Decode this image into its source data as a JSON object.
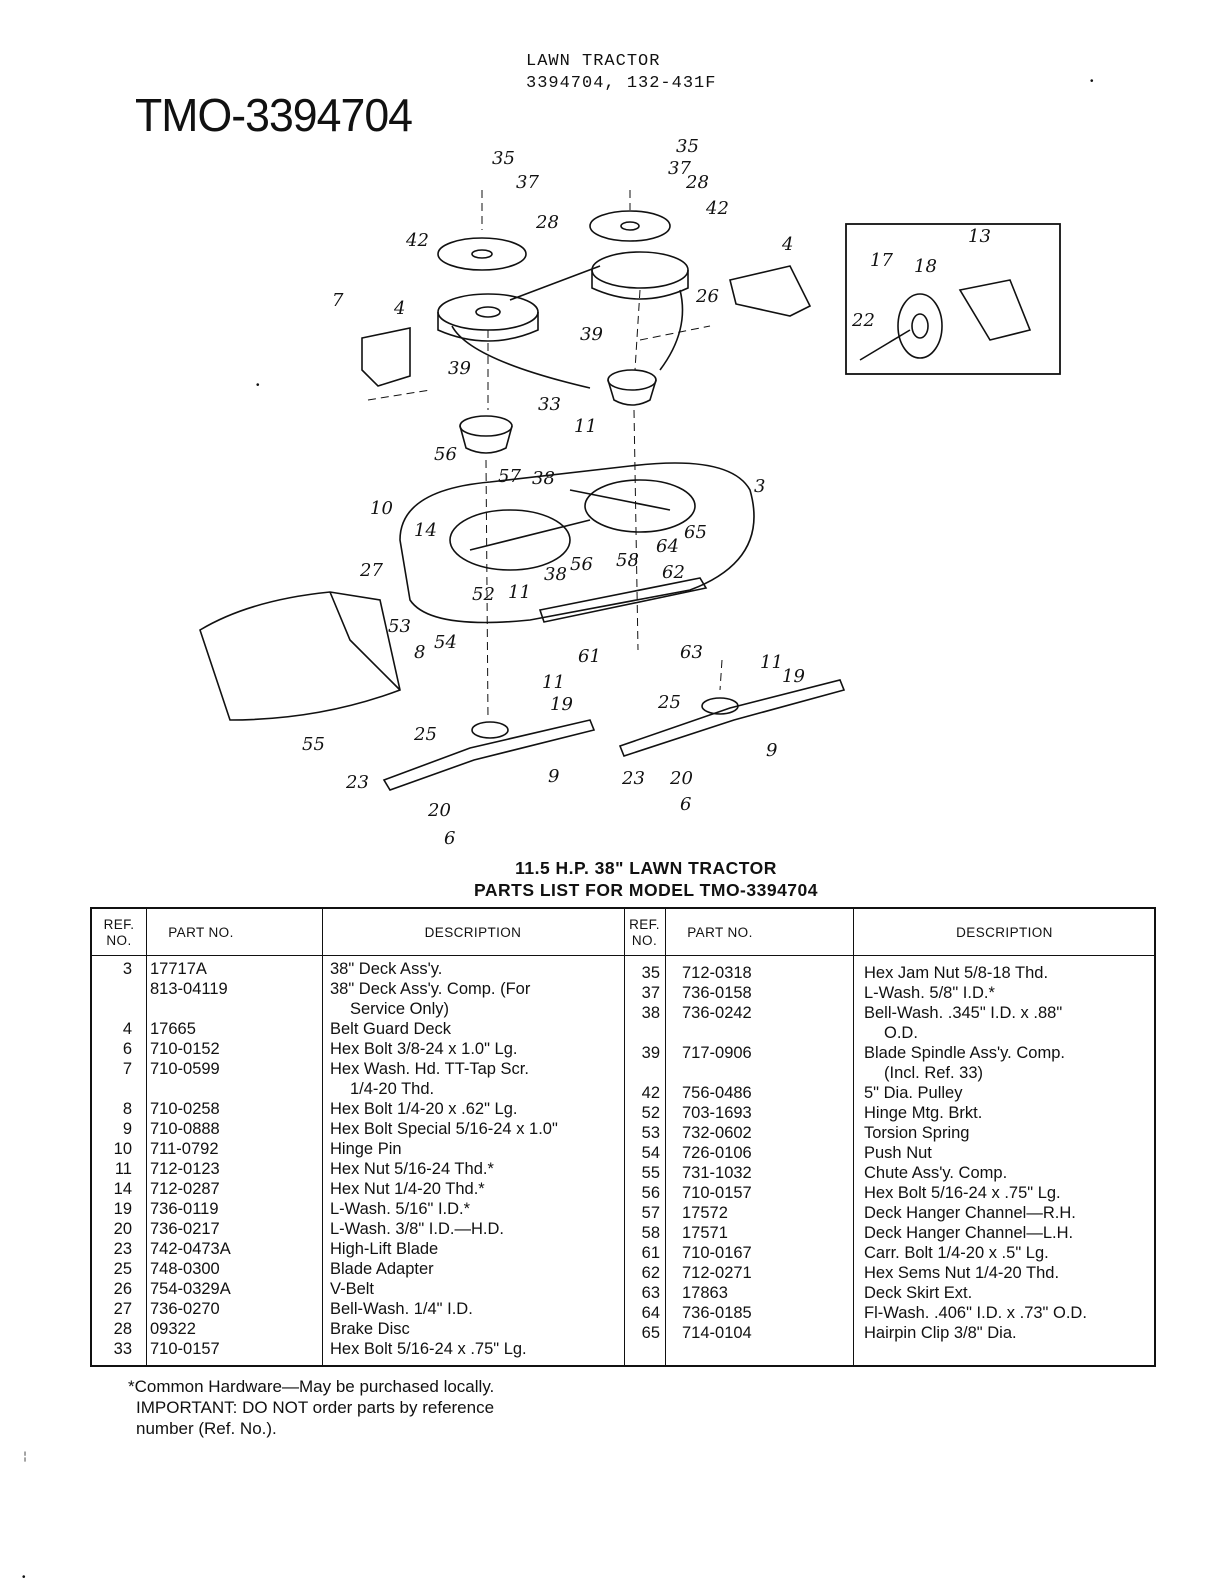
{
  "header": {
    "line1": "LAWN TRACTOR",
    "line2": "3394704, 132-431F",
    "model_title": "TMO-3394704"
  },
  "diagram": {
    "callouts": [
      "35",
      "37",
      "28",
      "42",
      "7",
      "4",
      "39",
      "33",
      "35",
      "37",
      "28",
      "42",
      "26",
      "4",
      "39",
      "11",
      "38",
      "56",
      "57",
      "3",
      "10",
      "14",
      "27",
      "52",
      "11",
      "53",
      "54",
      "8",
      "58",
      "56",
      "38",
      "64",
      "65",
      "62",
      "61",
      "63",
      "55",
      "11",
      "19",
      "25",
      "23",
      "9",
      "20",
      "6",
      "11",
      "19",
      "25",
      "9",
      "23",
      "20",
      "6",
      "13",
      "17",
      "18",
      "22"
    ]
  },
  "parts_list": {
    "heading_line1": "11.5 H.P. 38\" LAWN TRACTOR",
    "heading_line2": "PARTS LIST FOR MODEL TMO-3394704",
    "column_headers": {
      "ref_no": "REF. NO.",
      "part_no": "PART NO.",
      "description": "DESCRIPTION"
    },
    "left_rows": [
      {
        "ref": "3",
        "part": "17717A",
        "desc": "38\" Deck Ass'y."
      },
      {
        "ref": "",
        "part": "813-04119",
        "desc": "38\" Deck Ass'y. Comp. (For"
      },
      {
        "ref": "",
        "part": "",
        "desc": "Service Only)",
        "cont": true
      },
      {
        "ref": "4",
        "part": "17665",
        "desc": "Belt Guard Deck"
      },
      {
        "ref": "6",
        "part": "710-0152",
        "desc": "Hex Bolt 3/8-24 x 1.0\" Lg."
      },
      {
        "ref": "7",
        "part": "710-0599",
        "desc": "Hex Wash. Hd. TT-Tap Scr."
      },
      {
        "ref": "",
        "part": "",
        "desc": "1/4-20 Thd.",
        "cont": true
      },
      {
        "ref": "8",
        "part": "710-0258",
        "desc": "Hex Bolt 1/4-20 x .62\" Lg."
      },
      {
        "ref": "9",
        "part": "710-0888",
        "desc": "Hex Bolt Special 5/16-24 x 1.0\""
      },
      {
        "ref": "10",
        "part": "711-0792",
        "desc": "Hinge Pin"
      },
      {
        "ref": "11",
        "part": "712-0123",
        "desc": "Hex Nut 5/16-24 Thd.*"
      },
      {
        "ref": "14",
        "part": "712-0287",
        "desc": "Hex Nut 1/4-20 Thd.*"
      },
      {
        "ref": "19",
        "part": "736-0119",
        "desc": "L-Wash. 5/16\" I.D.*"
      },
      {
        "ref": "20",
        "part": "736-0217",
        "desc": "L-Wash. 3/8\" I.D.—H.D."
      },
      {
        "ref": "23",
        "part": "742-0473A",
        "desc": "High-Lift Blade"
      },
      {
        "ref": "25",
        "part": "748-0300",
        "desc": "Blade Adapter"
      },
      {
        "ref": "26",
        "part": "754-0329A",
        "desc": "V-Belt"
      },
      {
        "ref": "27",
        "part": "736-0270",
        "desc": "Bell-Wash. 1/4\" I.D."
      },
      {
        "ref": "28",
        "part": "09322",
        "desc": "Brake Disc"
      },
      {
        "ref": "33",
        "part": "710-0157",
        "desc": "Hex Bolt 5/16-24 x .75\" Lg."
      }
    ],
    "right_rows": [
      {
        "ref": "35",
        "part": "712-0318",
        "desc": "Hex Jam Nut 5/8-18 Thd."
      },
      {
        "ref": "37",
        "part": "736-0158",
        "desc": "L-Wash. 5/8\" I.D.*"
      },
      {
        "ref": "38",
        "part": "736-0242",
        "desc": "Bell-Wash. .345\" I.D. x .88\""
      },
      {
        "ref": "",
        "part": "",
        "desc": "O.D.",
        "cont": true
      },
      {
        "ref": "39",
        "part": "717-0906",
        "desc": "Blade Spindle Ass'y. Comp."
      },
      {
        "ref": "",
        "part": "",
        "desc": "(Incl. Ref. 33)",
        "cont": true
      },
      {
        "ref": "42",
        "part": "756-0486",
        "desc": "5\" Dia. Pulley"
      },
      {
        "ref": "52",
        "part": "703-1693",
        "desc": "Hinge Mtg. Brkt."
      },
      {
        "ref": "53",
        "part": "732-0602",
        "desc": "Torsion Spring"
      },
      {
        "ref": "54",
        "part": "726-0106",
        "desc": "Push Nut"
      },
      {
        "ref": "55",
        "part": "731-1032",
        "desc": "Chute Ass'y. Comp."
      },
      {
        "ref": "56",
        "part": "710-0157",
        "desc": "Hex Bolt 5/16-24 x .75\" Lg."
      },
      {
        "ref": "57",
        "part": "17572",
        "desc": "Deck Hanger Channel—R.H."
      },
      {
        "ref": "58",
        "part": "17571",
        "desc": "Deck Hanger Channel—L.H."
      },
      {
        "ref": "61",
        "part": "710-0167",
        "desc": "Carr. Bolt 1/4-20 x .5\" Lg."
      },
      {
        "ref": "62",
        "part": "712-0271",
        "desc": "Hex Sems Nut 1/4-20 Thd."
      },
      {
        "ref": "63",
        "part": "17863",
        "desc": "Deck Skirt Ext."
      },
      {
        "ref": "64",
        "part": "736-0185",
        "desc": "Fl-Wash. .406\" I.D. x .73\" O.D."
      },
      {
        "ref": "65",
        "part": "714-0104",
        "desc": "Hairpin Clip 3/8\" Dia."
      }
    ]
  },
  "footnote": {
    "line1": "*Common Hardware—May be purchased locally.",
    "line2": "IMPORTANT: DO NOT order parts by reference",
    "line3": "number (Ref. No.)."
  }
}
